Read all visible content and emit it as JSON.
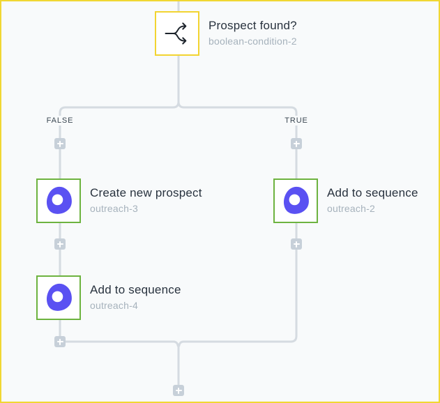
{
  "workflow": {
    "condition_node": {
      "title": "Prospect found?",
      "subtitle": "boolean-condition-2",
      "icon": "branch-split-icon"
    },
    "branch_labels": {
      "false_label": "FALSE",
      "true_label": "TRUE"
    },
    "false_branch_nodes": [
      {
        "title": "Create new prospect",
        "subtitle": "outreach-3",
        "icon": "outreach-icon"
      },
      {
        "title": "Add to sequence",
        "subtitle": "outreach-4",
        "icon": "outreach-icon"
      }
    ],
    "true_branch_nodes": [
      {
        "title": "Add to sequence",
        "subtitle": "outreach-2",
        "icon": "outreach-icon"
      }
    ],
    "colors": {
      "canvas_bg": "#f8fafb",
      "canvas_border": "#f0d732",
      "connector_line": "#d5dbe1",
      "condition_border": "#f2d431",
      "node_border": "#6db33f",
      "outreach_brand": "#5a51f2",
      "plus_bg": "#c7d0d9",
      "title_color": "#28323e",
      "subtitle_color": "#a6b2bc",
      "branch_label_color": "#3a4651"
    }
  }
}
